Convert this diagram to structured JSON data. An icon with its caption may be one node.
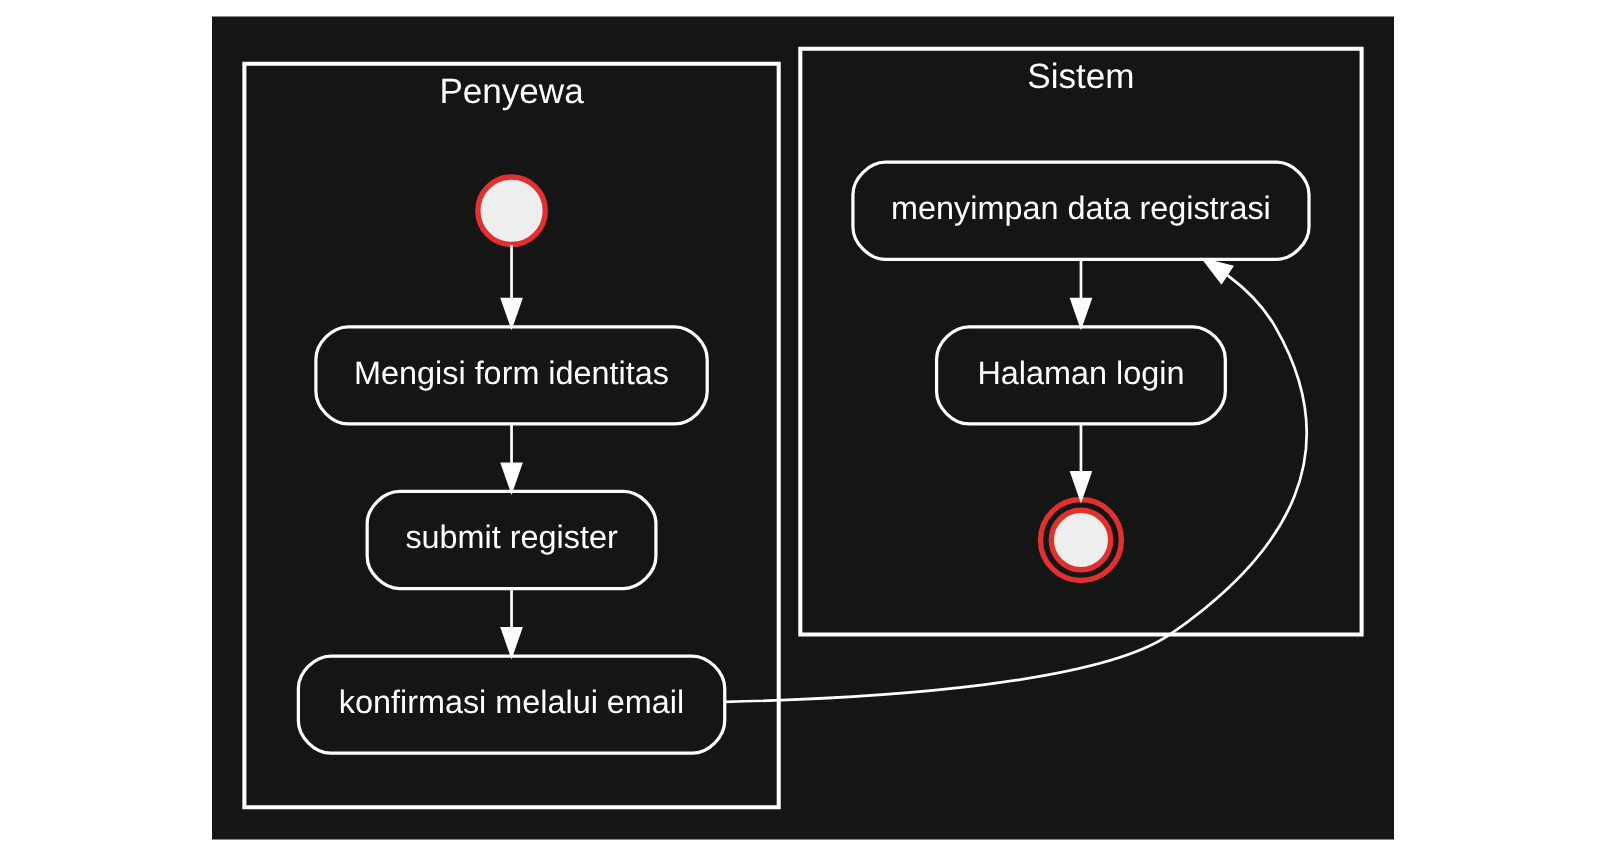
{
  "diagram": {
    "nodes": [
      {
        "text": [
          "Penyewa"
        ]
      },
      {
        "text": [],
        "shape": "circle",
        "in": 0
      },
      {
        "text": [
          "Mengisi form identitas"
        ],
        "in": 0
      },
      {
        "text": [
          "submit register"
        ],
        "in": 0
      },
      {
        "text": [
          "konfirmasi melalui email"
        ],
        "in": 0
      },
      {
        "text": [
          "Sistem"
        ]
      },
      {
        "text": [
          "menyimpan data registrasi"
        ],
        "in": 5
      },
      {
        "text": [
          "Halaman login"
        ],
        "in": 5
      },
      {
        "text": [],
        "shape": "circle",
        "in": 5
      }
    ],
    "edges": [
      {
        "from": 1,
        "to": 2,
        "arrow": "to"
      },
      {
        "from": 2,
        "to": 3,
        "arrow": "to"
      },
      {
        "from": 3,
        "to": 4,
        "arrow": "to"
      },
      {
        "from": 4,
        "to": 6,
        "arrow": "to"
      },
      {
        "from": 6,
        "to": 7,
        "arrow": "to"
      },
      {
        "from": 7,
        "to": 8,
        "arrow": "to"
      }
    ]
  }
}
